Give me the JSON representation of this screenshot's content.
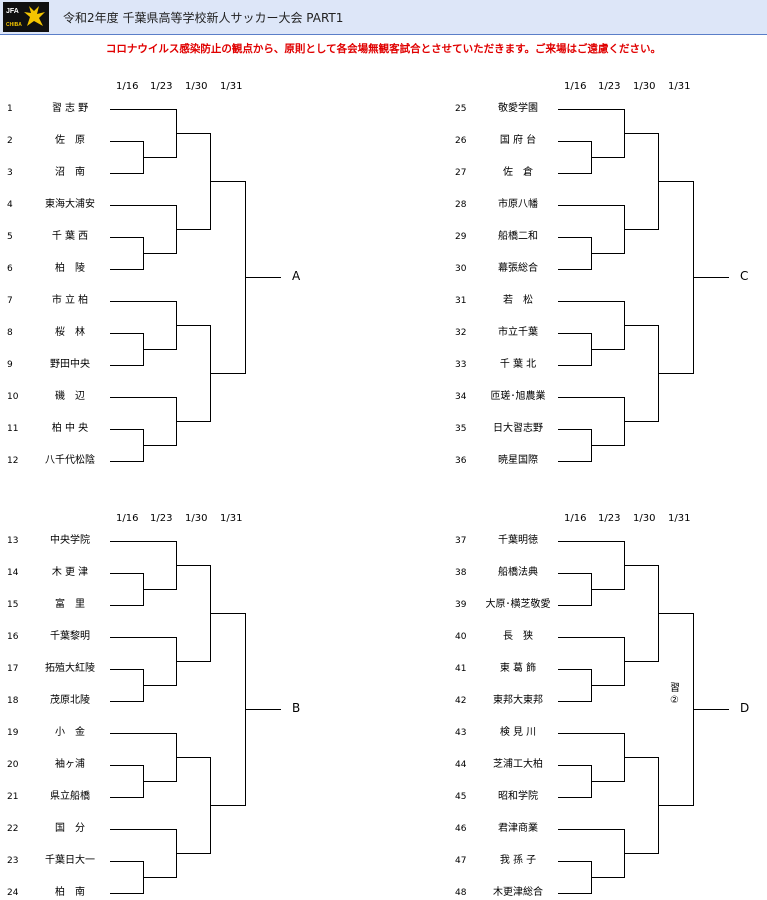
{
  "header": {
    "title": "令和2年度 千葉県高等学校新人サッカー大会 PART1",
    "logo_text": "JFA CHIBA"
  },
  "notice": "コロナウイルス感染防止の観点から、原則として各会場無観客試合とさせていただきます。ご来場はご遠慮ください。",
  "dates": [
    "1/16",
    "1/23",
    "1/30",
    "1/31"
  ],
  "blocks": [
    {
      "id": "A",
      "label": "A",
      "teams": [
        {
          "num": "1",
          "name": "習 志 野"
        },
        {
          "num": "2",
          "name": "佐　原"
        },
        {
          "num": "3",
          "name": "沼　南"
        },
        {
          "num": "4",
          "name": "東海大浦安"
        },
        {
          "num": "5",
          "name": "千 葉 西"
        },
        {
          "num": "6",
          "name": "柏　陵"
        },
        {
          "num": "7",
          "name": "市 立 柏"
        },
        {
          "num": "8",
          "name": "桜　林"
        },
        {
          "num": "9",
          "name": "野田中央"
        },
        {
          "num": "10",
          "name": "磯　辺"
        },
        {
          "num": "11",
          "name": "柏 中 央"
        },
        {
          "num": "12",
          "name": "八千代松陰"
        }
      ]
    },
    {
      "id": "C",
      "label": "C",
      "teams": [
        {
          "num": "25",
          "name": "敬愛学園"
        },
        {
          "num": "26",
          "name": "国 府 台"
        },
        {
          "num": "27",
          "name": "佐　倉"
        },
        {
          "num": "28",
          "name": "市原八幡"
        },
        {
          "num": "29",
          "name": "船橋二和"
        },
        {
          "num": "30",
          "name": "幕張総合"
        },
        {
          "num": "31",
          "name": "若　松"
        },
        {
          "num": "32",
          "name": "市立千葉"
        },
        {
          "num": "33",
          "name": "千 葉 北"
        },
        {
          "num": "34",
          "name": "匝瑳･旭農業"
        },
        {
          "num": "35",
          "name": "日大習志野"
        },
        {
          "num": "36",
          "name": "暁星国際"
        }
      ]
    },
    {
      "id": "B",
      "label": "B",
      "teams": [
        {
          "num": "13",
          "name": "中央学院"
        },
        {
          "num": "14",
          "name": "木 更 津"
        },
        {
          "num": "15",
          "name": "富　里"
        },
        {
          "num": "16",
          "name": "千葉黎明"
        },
        {
          "num": "17",
          "name": "拓殖大紅陵"
        },
        {
          "num": "18",
          "name": "茂原北陵"
        },
        {
          "num": "19",
          "name": "小　金"
        },
        {
          "num": "20",
          "name": "袖ヶ浦"
        },
        {
          "num": "21",
          "name": "県立船橋"
        },
        {
          "num": "22",
          "name": "国　分"
        },
        {
          "num": "23",
          "name": "千葉日大一"
        },
        {
          "num": "24",
          "name": "柏　南"
        }
      ]
    },
    {
      "id": "D",
      "label": "D",
      "seed_note": [
        "習",
        "②"
      ],
      "teams": [
        {
          "num": "37",
          "name": "千葉明徳"
        },
        {
          "num": "38",
          "name": "船橋法典"
        },
        {
          "num": "39",
          "name": "大原･横芝敬愛"
        },
        {
          "num": "40",
          "name": "長　狭"
        },
        {
          "num": "41",
          "name": "東 葛 飾"
        },
        {
          "num": "42",
          "name": "東邦大東邦"
        },
        {
          "num": "43",
          "name": "検 見 川"
        },
        {
          "num": "44",
          "name": "芝浦工大柏"
        },
        {
          "num": "45",
          "name": "昭和学院"
        },
        {
          "num": "46",
          "name": "君津商業"
        },
        {
          "num": "47",
          "name": "我 孫 子"
        },
        {
          "num": "48",
          "name": "木更津総合"
        }
      ]
    }
  ]
}
